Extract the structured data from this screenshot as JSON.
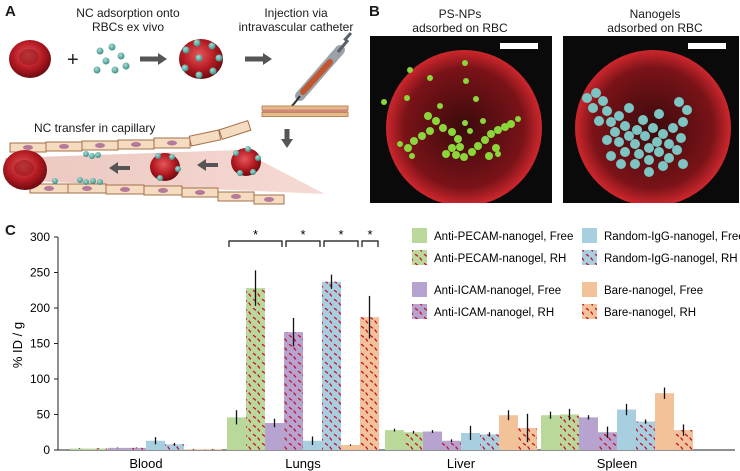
{
  "panels": {
    "a": {
      "letter": "A",
      "step1": [
        "NC adsorption onto",
        "RBCs ex vivo"
      ],
      "step2": [
        "Injection via",
        "intravascular catheter"
      ],
      "capillary": "NC transfer in capillary",
      "plus": "+"
    },
    "b": {
      "letter": "B",
      "left": [
        "PS-NPs",
        "adsorbed on RBC"
      ],
      "right": [
        "Nanogels",
        "adsorbed on RBC"
      ]
    },
    "c": {
      "letter": "C"
    }
  },
  "colors": {
    "pecam": "#b9d89a",
    "icam": "#b6a3cf",
    "igg": "#a7cfe0",
    "bare": "#f2c299",
    "rh_dots": "#c8102e",
    "rbc": "#b51a22",
    "nanocarrier": "#5fb0a7"
  },
  "chart_data": {
    "type": "bar",
    "ylabel": "% ID / g",
    "ylim": [
      0,
      300
    ],
    "yticks": [
      0,
      50,
      100,
      150,
      200,
      250,
      300
    ],
    "categories": [
      "Blood",
      "Lungs",
      "Liver",
      "Spleen"
    ],
    "series": [
      {
        "name": "Anti-PECAM-nanogel, Free",
        "group": "pecam",
        "rh": false,
        "values": [
          2,
          46,
          28,
          49
        ],
        "errors": [
          0.5,
          10,
          2,
          5
        ]
      },
      {
        "name": "Anti-PECAM-nanogel, RH",
        "group": "pecam",
        "rh": true,
        "values": [
          2,
          228,
          25,
          50
        ],
        "errors": [
          0.5,
          25,
          2,
          8
        ]
      },
      {
        "name": "Anti-ICAM-nanogel, Free",
        "group": "icam",
        "rh": false,
        "values": [
          3,
          38,
          26,
          46
        ],
        "errors": [
          0.5,
          6,
          2,
          3
        ]
      },
      {
        "name": "Anti-ICAM-nanogel, RH",
        "group": "icam",
        "rh": true,
        "values": [
          3,
          166,
          13,
          25
        ],
        "errors": [
          0.5,
          20,
          2,
          8
        ]
      },
      {
        "name": "Random-IgG-nanogel, Free",
        "group": "igg",
        "rh": false,
        "values": [
          13,
          13,
          24,
          57
        ],
        "errors": [
          5,
          6,
          10,
          8
        ]
      },
      {
        "name": "Random-IgG-nanogel, RH",
        "group": "igg",
        "rh": true,
        "values": [
          8,
          237,
          22,
          40
        ],
        "errors": [
          2,
          10,
          3,
          3
        ]
      },
      {
        "name": "Bare-nanogel, Free",
        "group": "bare",
        "rh": false,
        "values": [
          1,
          7,
          49,
          80
        ],
        "errors": [
          0.5,
          1,
          7,
          8
        ]
      },
      {
        "name": "Bare-nanogel, RH",
        "group": "bare",
        "rh": true,
        "values": [
          1,
          187,
          31,
          28
        ],
        "errors": [
          0.5,
          30,
          20,
          8
        ]
      }
    ],
    "significance": [
      "*",
      "*",
      "*",
      "*"
    ],
    "legend_placement": "top-right",
    "grid": false
  }
}
